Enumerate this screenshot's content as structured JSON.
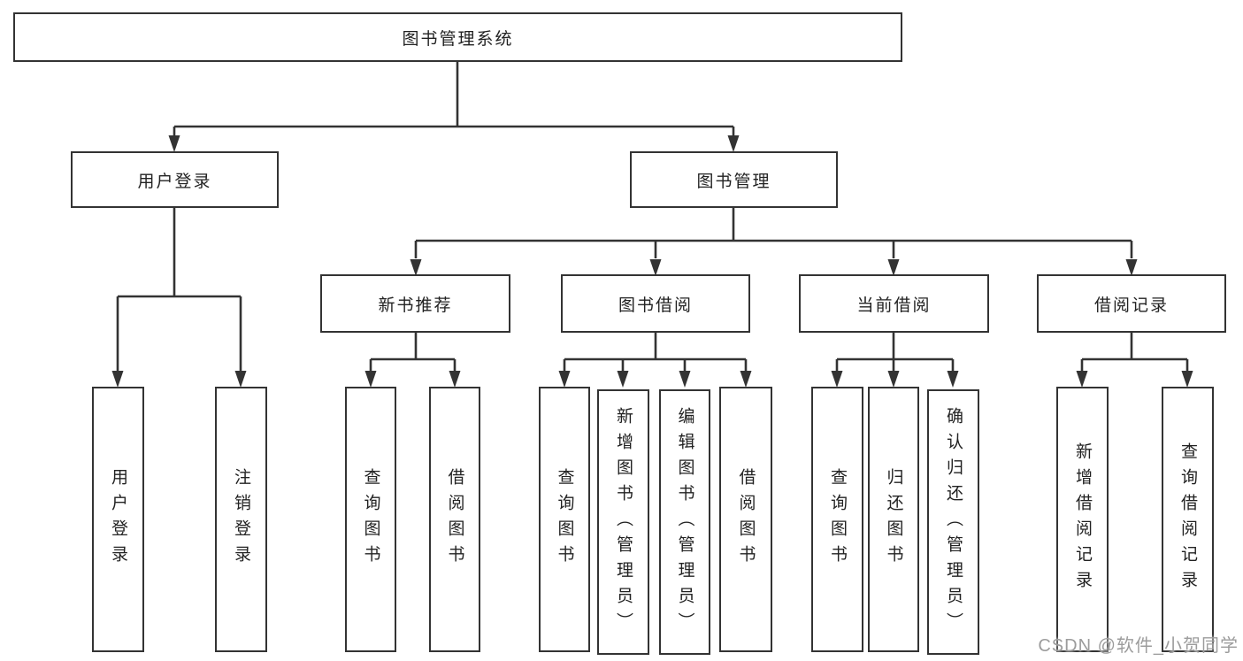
{
  "tree": {
    "root": {
      "label": "图书管理系统"
    },
    "branches": [
      {
        "label": "用户登录",
        "children": [
          {
            "label": "用户登录"
          },
          {
            "label": "注销登录"
          }
        ]
      },
      {
        "label": "图书管理",
        "children": [
          {
            "label": "新书推荐",
            "children": [
              {
                "label": "查询图书"
              },
              {
                "label": "借阅图书"
              }
            ]
          },
          {
            "label": "图书借阅",
            "children": [
              {
                "label": "查询图书"
              },
              {
                "label": "新增图书（管理员）"
              },
              {
                "label": "编辑图书（管理员）"
              },
              {
                "label": "借阅图书"
              }
            ]
          },
          {
            "label": "当前借阅",
            "children": [
              {
                "label": "查询图书"
              },
              {
                "label": "归还图书"
              },
              {
                "label": "确认归还（管理员）"
              }
            ]
          },
          {
            "label": "借阅记录",
            "children": [
              {
                "label": "新增借阅记录"
              },
              {
                "label": "查询借阅记录"
              }
            ]
          }
        ]
      }
    ]
  },
  "watermark": {
    "text": "CSDN @软件_小贺同学"
  },
  "colors": {
    "line": "#333333",
    "text": "#222222",
    "watermark": "#9c9c9c",
    "bg": "#ffffff"
  }
}
